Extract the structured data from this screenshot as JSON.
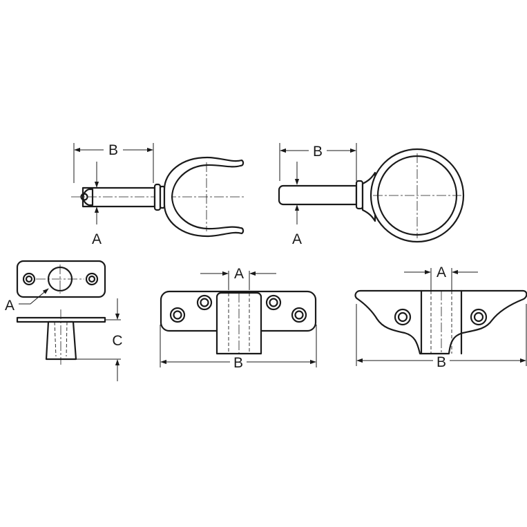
{
  "labels": {
    "a": "A",
    "b": "B",
    "c": "C"
  },
  "views": [
    "oar-lock-horn-side-view",
    "oar-lock-ring-side-view",
    "top-mount-socket-views",
    "side-mount-socket-flat-plate",
    "side-mount-socket-curved-plate"
  ]
}
